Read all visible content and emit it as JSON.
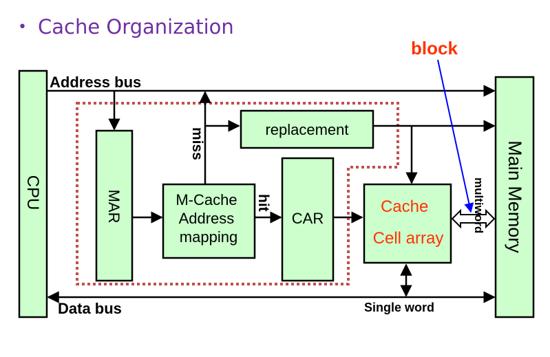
{
  "title": "Cache Organization",
  "blocks": {
    "cpu": "CPU",
    "main_memory": "Main Memory",
    "mar": "MAR",
    "mapping": [
      "M-Cache",
      "Address",
      "mapping"
    ],
    "car": "CAR",
    "replacement": "replacement",
    "cache_array": [
      "Cache",
      "Cell array"
    ]
  },
  "labels": {
    "address_bus": "Address bus",
    "data_bus": "Data bus",
    "miss": "miss",
    "hit": "hit",
    "multiword": "multiword",
    "single_word": "Single word",
    "block": "block"
  },
  "colors": {
    "box_fill": "#ccffcc",
    "title": "#7030a0",
    "cache_text": "#ff3300",
    "block_label": "#ff3300",
    "block_pointer": "#0000ff",
    "dotted_boundary": "#c0504d"
  }
}
